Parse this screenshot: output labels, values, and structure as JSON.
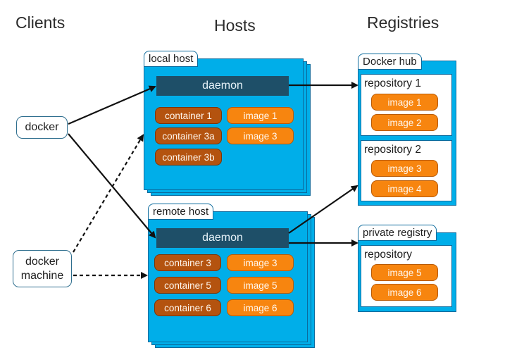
{
  "headings": {
    "clients": "Clients",
    "hosts": "Hosts",
    "registries": "Registries"
  },
  "clients": {
    "docker": "docker",
    "docker_machine_line1": "docker",
    "docker_machine_line2": "machine"
  },
  "hosts": {
    "local": {
      "label": "local host",
      "daemon": "daemon",
      "containers": [
        "container 1",
        "container 3a",
        "container 3b"
      ],
      "images": [
        "image 1",
        "image 3"
      ]
    },
    "remote": {
      "label": "remote host",
      "daemon": "daemon",
      "containers": [
        "container 3",
        "container 5",
        "container 6"
      ],
      "images": [
        "image 3",
        "image 5",
        "image 6"
      ]
    }
  },
  "registries": {
    "docker_hub": {
      "label": "Docker hub",
      "repositories": [
        {
          "name": "repository 1",
          "images": [
            "image 1",
            "image 2"
          ]
        },
        {
          "name": "repository 2",
          "images": [
            "image 3",
            "image 4"
          ]
        }
      ]
    },
    "private": {
      "label": "private registry",
      "repositories": [
        {
          "name": "repository",
          "images": [
            "image 5",
            "image 6"
          ]
        }
      ]
    }
  },
  "colors": {
    "host_fill": "#00aee9",
    "daemon_fill": "#1e4f68",
    "container_fill": "#b4530f",
    "image_fill": "#f7850f",
    "arrow": "#111111"
  }
}
